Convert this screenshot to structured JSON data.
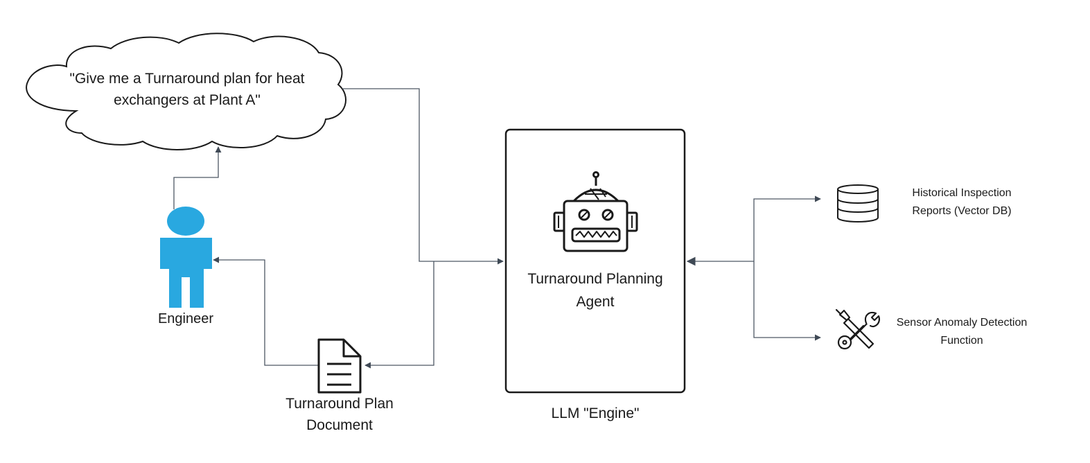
{
  "cloud": {
    "line1": "\"Give me a Turnaround plan for heat",
    "line2": "exchangers at Plant A\""
  },
  "engineer": {
    "label": "Engineer"
  },
  "agent": {
    "line1": "Turnaround Planning",
    "line2": "Agent"
  },
  "engine": {
    "label": "LLM \"Engine\""
  },
  "document": {
    "line1": "Turnaround Plan",
    "line2": "Document"
  },
  "tools": [
    {
      "line1": "Historical Inspection",
      "line2": "Reports (Vector DB)",
      "icon": "database-icon"
    },
    {
      "line1": "Sensor Anomaly Detection",
      "line2": "Function",
      "icon": "screwdriver-wrench-icon"
    }
  ],
  "colors": {
    "person": "#29a8e0",
    "line": "#4d5763",
    "outline": "#1a1a1a"
  }
}
